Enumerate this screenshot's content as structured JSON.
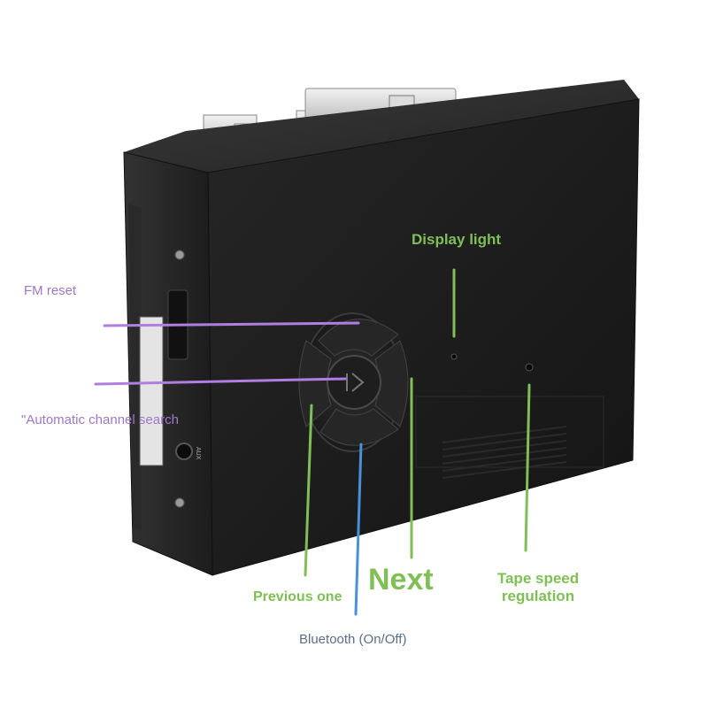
{
  "colors": {
    "background": "#ffffff",
    "body": "#1e1e1e",
    "green_line": "#7fbf55",
    "purple_line": "#b07ee0",
    "blue_line": "#4a90d9"
  },
  "labels": {
    "display_light": "Display light",
    "fm_reset": "FM reset",
    "auto_search": "\"Automatic channel search",
    "previous": "Previous one",
    "next": "Next",
    "tape_speed": "Tape speed regulation",
    "bluetooth": "Bluetooth (On/Off)"
  },
  "device_markings": {
    "side_text": "AUX"
  },
  "icons": {
    "center_button": "play-pause-icon"
  }
}
